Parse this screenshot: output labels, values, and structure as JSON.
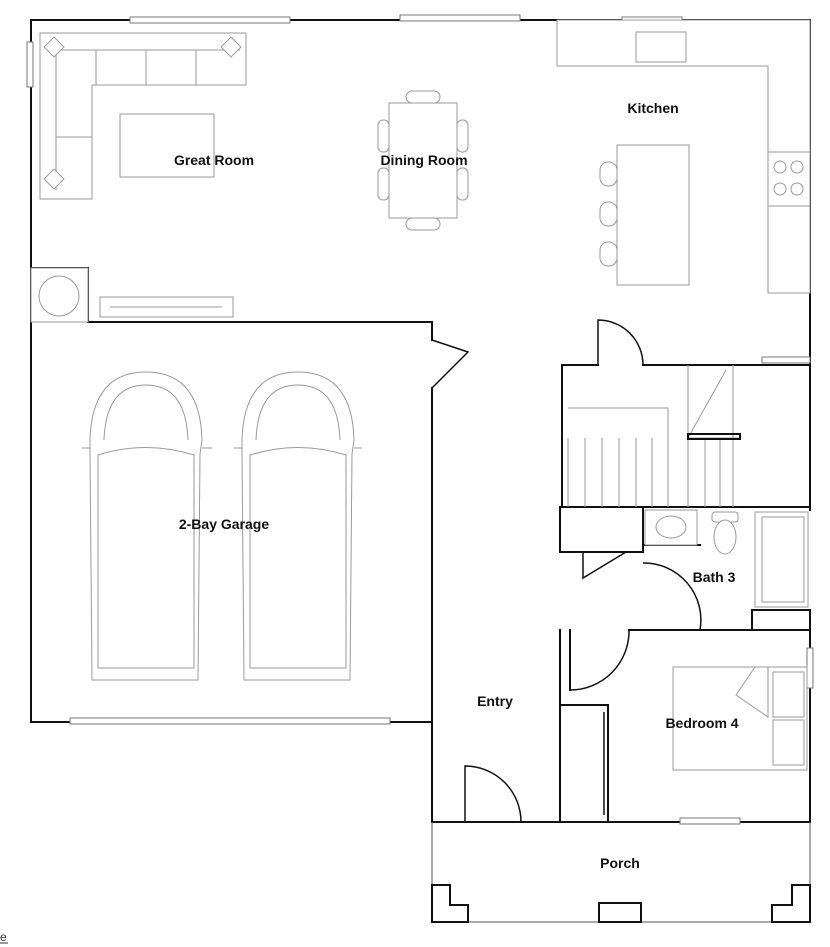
{
  "rooms": {
    "great_room": "Great Room",
    "dining_room": "Dining Room",
    "kitchen": "Kitchen",
    "garage": "2-Bay Garage",
    "bath": "Bath 3",
    "entry": "Entry",
    "bedroom": "Bedroom 4",
    "porch": "Porch"
  },
  "footer_text": "e",
  "colors": {
    "wall": "#111111",
    "furniture": "#9a9a9a",
    "background": "#ffffff"
  }
}
